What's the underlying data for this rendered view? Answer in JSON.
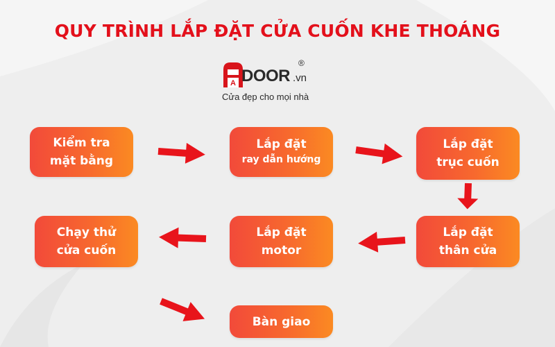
{
  "title": "QUY TRÌNH LẮP ĐẶT CỬA CUỐN KHE THOÁNG",
  "logo": {
    "mark_letter": "A",
    "wordmark": "DOOR",
    "domain": ".vn",
    "registered": "®",
    "tagline": "Cửa đẹp cho mọi nhà"
  },
  "steps": [
    {
      "line1": "Kiểm tra",
      "line2": "mặt bằng"
    },
    {
      "line1": "Lắp đặt",
      "line2": "ray dẫn hướng"
    },
    {
      "line1": "Lắp đặt",
      "line2": "trục cuốn"
    },
    {
      "line1": "Lắp đặt",
      "line2": "thân cửa"
    },
    {
      "line1": "Lắp đặt",
      "line2": "motor"
    },
    {
      "line1": "Chạy thử",
      "line2": "cửa cuốn"
    },
    {
      "line1": "Bàn giao"
    }
  ],
  "colors": {
    "title": "#e3101b",
    "arrow": "#e8141b",
    "box_start": "#f24a3a",
    "box_end": "#fb8a22"
  }
}
